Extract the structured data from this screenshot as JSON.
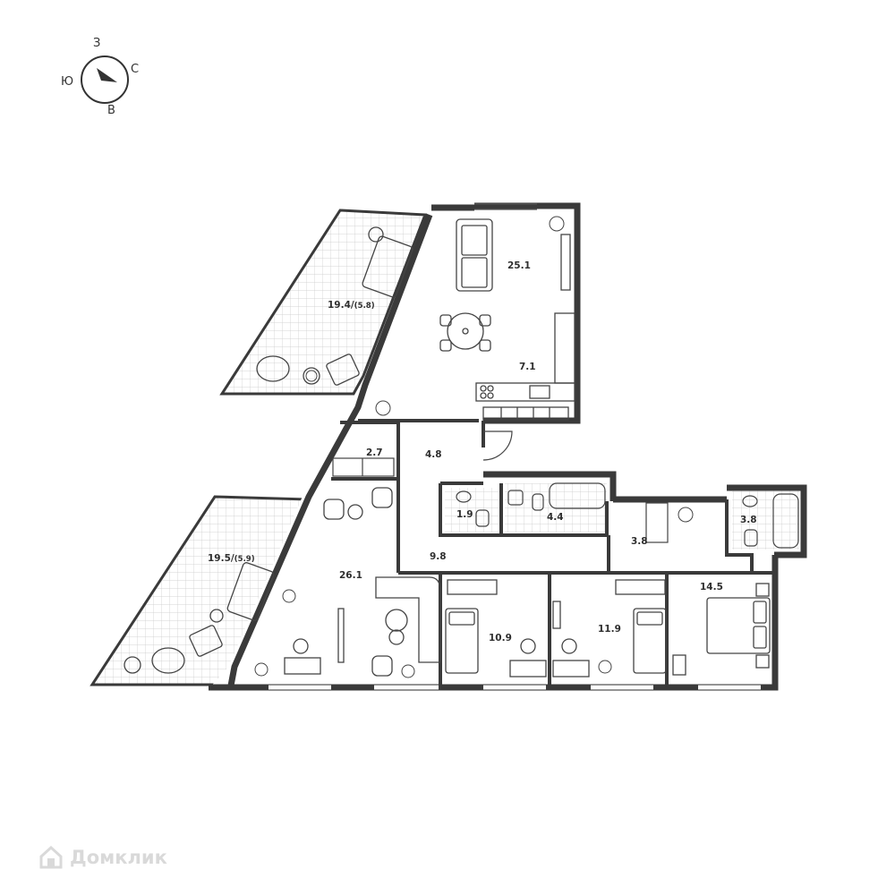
{
  "compass": {
    "north": "С",
    "south": "Ю",
    "west": "З",
    "east": "В"
  },
  "rooms": {
    "terrace_top": {
      "area": "19.4",
      "sub": "(5.8)"
    },
    "terrace_bottom": {
      "area": "19.5",
      "sub": "(5.9)"
    },
    "living_top": "25.1",
    "kitchen": "7.1",
    "hall": "4.8",
    "storage": "2.7",
    "wc": "1.9",
    "bathroom": "4.4",
    "corridor": "9.8",
    "wardrobe": "3.8",
    "ensuite": "3.8",
    "living_bottom": "26.1",
    "bedroom_1": "10.9",
    "bedroom_2": "11.9",
    "bedroom_master": "14.5"
  },
  "watermark": "Домклик"
}
